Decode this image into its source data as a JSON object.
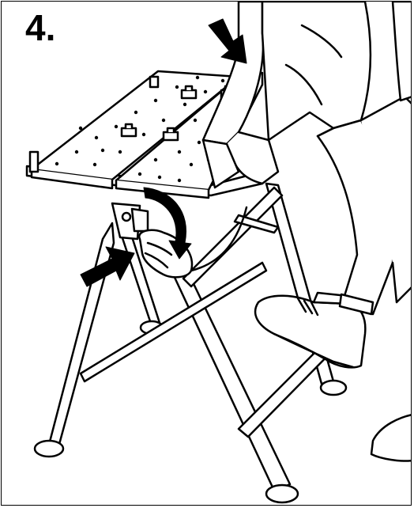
{
  "step": {
    "number_label": "4."
  },
  "colors": {
    "ink": "#000000",
    "paper": "#ffffff"
  },
  "icons": {
    "push_arrow_top": "push-down-arrow",
    "push_arrow_side": "push-right-arrow",
    "rotate_arrow": "clockwise-rotate-arrow"
  }
}
